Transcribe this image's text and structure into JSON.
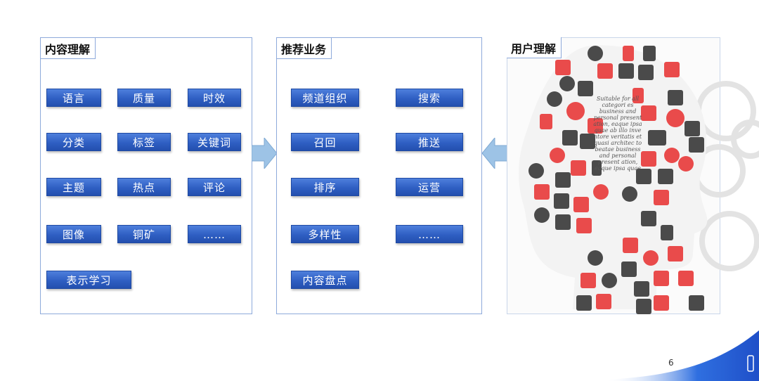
{
  "panels": {
    "content": {
      "title": "内容理解",
      "items": [
        "语言",
        "质量",
        "时效",
        "分类",
        "标签",
        "关键词",
        "主题",
        "热点",
        "评论",
        "图像",
        "铜矿",
        "……",
        "表示学习"
      ]
    },
    "business": {
      "title": "推荐业务",
      "items": [
        "频道组织",
        "搜索",
        "召回",
        "推送",
        "排序",
        "运营",
        "多样性",
        "……",
        "内容盘点"
      ]
    },
    "user": {
      "title": "用户理解",
      "art_text": "Suitable for all categori es business and personal present ation, eaque ipsa quae ab illo inve ntore veritatis et quasi architec to beatae business and personal present ation, eaque ipsa quae"
    }
  },
  "page_number": "6",
  "colors": {
    "chip": "#2f5fc3",
    "border": "#8eaadb",
    "arrow": "#9dc3e6",
    "accent_red": "#e94b4b"
  }
}
